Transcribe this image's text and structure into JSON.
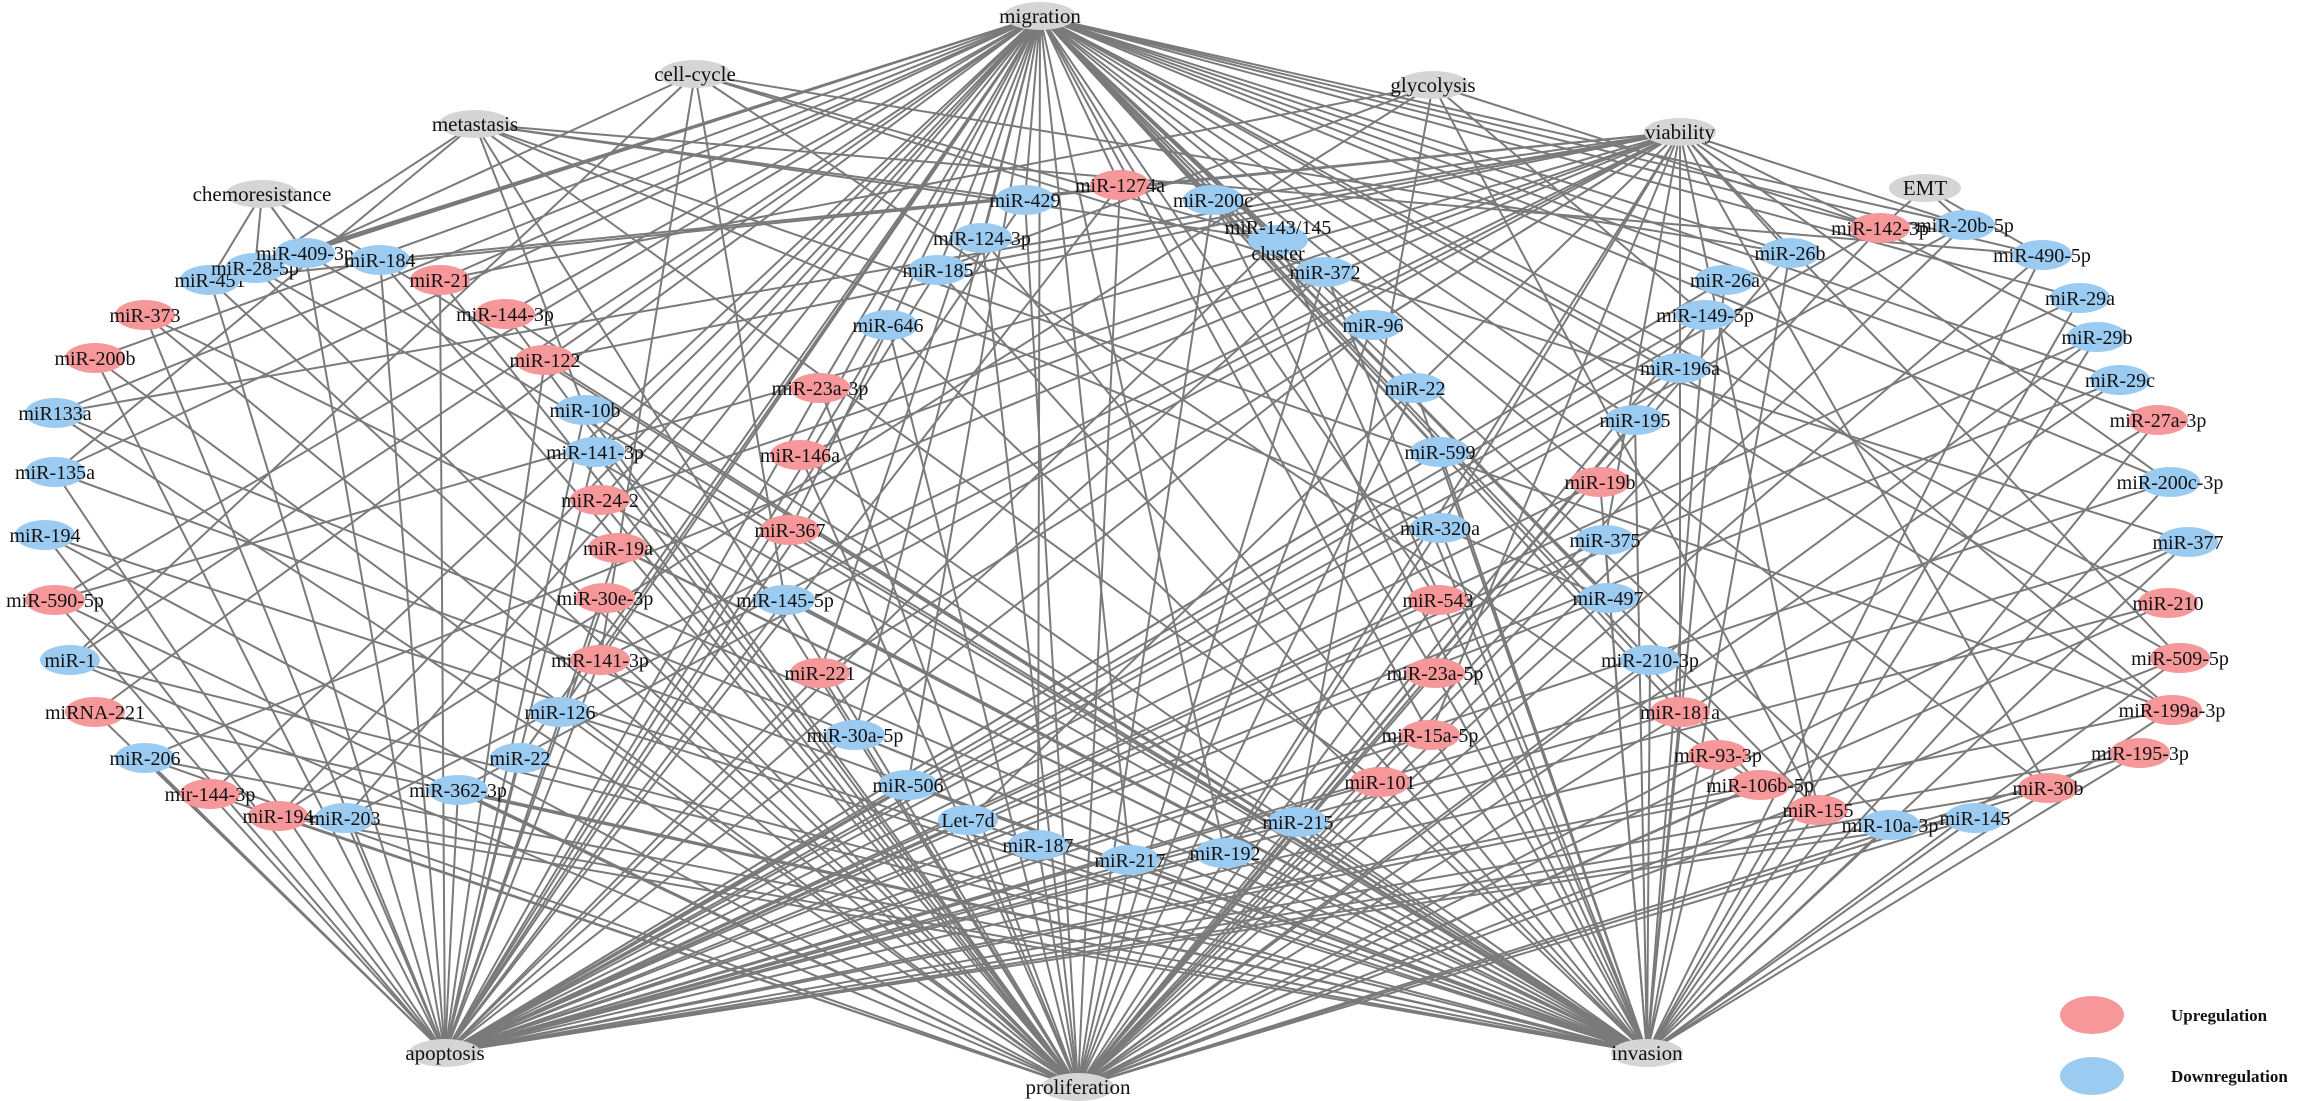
{
  "colors": {
    "up": "#f6979a",
    "down": "#9ccbf2",
    "hub": "#d5d5d5",
    "edge": "#7a7a7a"
  },
  "legend": {
    "up_label": "Upregulation",
    "down_label": "Downregulation"
  },
  "hubs": [
    {
      "id": "migration",
      "label": "migration"
    },
    {
      "id": "proliferation",
      "label": "proliferation"
    },
    {
      "id": "apoptosis",
      "label": "apoptosis"
    },
    {
      "id": "invasion",
      "label": "invasion"
    },
    {
      "id": "viability",
      "label": "viability"
    },
    {
      "id": "metastasis",
      "label": "metastasis"
    },
    {
      "id": "cellcycle",
      "label": "cell-cycle"
    },
    {
      "id": "glycolysis",
      "label": "glycolysis"
    },
    {
      "id": "chemoresistance",
      "label": "chemoresistance"
    },
    {
      "id": "emt",
      "label": "EMT"
    }
  ],
  "nodes": [
    {
      "label": "miR-451",
      "reg": "down"
    },
    {
      "label": "miR-28-5p",
      "reg": "down"
    },
    {
      "label": "miR-409-3p",
      "reg": "down"
    },
    {
      "label": "miR-184",
      "reg": "down"
    },
    {
      "label": "miR-21",
      "reg": "up"
    },
    {
      "label": "miR-144-3p",
      "reg": "up"
    },
    {
      "label": "miR-122",
      "reg": "up"
    },
    {
      "label": "miR-373",
      "reg": "up"
    },
    {
      "label": "miR-200b",
      "reg": "up"
    },
    {
      "label": "miR133a",
      "reg": "down"
    },
    {
      "label": "miR-135a",
      "reg": "down"
    },
    {
      "label": "miR-194",
      "reg": "down"
    },
    {
      "label": "miR-590-5p",
      "reg": "up"
    },
    {
      "label": "miR-1",
      "reg": "down"
    },
    {
      "label": "miRNA-221",
      "reg": "up"
    },
    {
      "label": "miR-206",
      "reg": "down"
    },
    {
      "label": "mir-144-3p",
      "reg": "up"
    },
    {
      "label": "miR-194",
      "reg": "up"
    },
    {
      "label": "miR-203",
      "reg": "down"
    },
    {
      "label": "miR-10b",
      "reg": "down"
    },
    {
      "label": "miR-141-3p",
      "reg": "down"
    },
    {
      "label": "miR-24-2",
      "reg": "up"
    },
    {
      "label": "miR-19a",
      "reg": "up"
    },
    {
      "label": "miR-30e-3p",
      "reg": "up"
    },
    {
      "label": "miR-141-3p",
      "reg": "up"
    },
    {
      "label": "miR-126",
      "reg": "down"
    },
    {
      "label": "miR-22",
      "reg": "down"
    },
    {
      "label": "miR-362-3p",
      "reg": "down"
    },
    {
      "label": "miR-429",
      "reg": "down"
    },
    {
      "label": "miR-124-3p",
      "reg": "down"
    },
    {
      "label": "miR-185",
      "reg": "down"
    },
    {
      "label": "miR-646",
      "reg": "down"
    },
    {
      "label": "miR-23a-3p",
      "reg": "up"
    },
    {
      "label": "miR-146a",
      "reg": "up"
    },
    {
      "label": "miR-367",
      "reg": "up"
    },
    {
      "label": "miR-145-5p",
      "reg": "down"
    },
    {
      "label": "miR-221",
      "reg": "up"
    },
    {
      "label": "miR-30a-5p",
      "reg": "down"
    },
    {
      "label": "miR-506",
      "reg": "down"
    },
    {
      "label": "Let-7d",
      "reg": "down"
    },
    {
      "label": "miR-187",
      "reg": "down"
    },
    {
      "label": "miR-217",
      "reg": "down"
    },
    {
      "label": "miR-192",
      "reg": "down"
    },
    {
      "label": "miR-215",
      "reg": "down"
    },
    {
      "label": "miR-1274a",
      "reg": "up"
    },
    {
      "label": "miR-200c",
      "reg": "down"
    },
    {
      "label": "miR-143/145 cluster",
      "reg": "down"
    },
    {
      "label": "miR-372",
      "reg": "down"
    },
    {
      "label": "miR-96",
      "reg": "down"
    },
    {
      "label": "miR-22",
      "reg": "down"
    },
    {
      "label": "miR-599",
      "reg": "down"
    },
    {
      "label": "miR-320a",
      "reg": "down"
    },
    {
      "label": "miR-543",
      "reg": "up"
    },
    {
      "label": "miR-23a-5p",
      "reg": "up"
    },
    {
      "label": "miR-15a-5p",
      "reg": "up"
    },
    {
      "label": "miR-101",
      "reg": "up"
    },
    {
      "label": "miR-142-3p",
      "reg": "up"
    },
    {
      "label": "miR-26b",
      "reg": "down"
    },
    {
      "label": "miR-26a",
      "reg": "down"
    },
    {
      "label": "miR-149-5p",
      "reg": "down"
    },
    {
      "label": "miR-196a",
      "reg": "down"
    },
    {
      "label": "miR-195",
      "reg": "down"
    },
    {
      "label": "miR-19b",
      "reg": "up"
    },
    {
      "label": "miR-375",
      "reg": "down"
    },
    {
      "label": "miR-497",
      "reg": "down"
    },
    {
      "label": "miR-210-3p",
      "reg": "down"
    },
    {
      "label": "miR-181a",
      "reg": "up"
    },
    {
      "label": "miR-93-3p",
      "reg": "up"
    },
    {
      "label": "miR-106b-5p",
      "reg": "up"
    },
    {
      "label": "miR-155",
      "reg": "up"
    },
    {
      "label": "miR-10a-3p",
      "reg": "down"
    },
    {
      "label": "miR-145",
      "reg": "down"
    },
    {
      "label": "miR-20b-5p",
      "reg": "down"
    },
    {
      "label": "miR-490-5p",
      "reg": "down"
    },
    {
      "label": "miR-29a",
      "reg": "down"
    },
    {
      "label": "miR-29b",
      "reg": "down"
    },
    {
      "label": "miR-29c",
      "reg": "down"
    },
    {
      "label": "miR-27a-3p",
      "reg": "up"
    },
    {
      "label": "miR-200c-3p",
      "reg": "down"
    },
    {
      "label": "miR-377",
      "reg": "down"
    },
    {
      "label": "miR-210",
      "reg": "up"
    },
    {
      "label": "miR-509-5p",
      "reg": "up"
    },
    {
      "label": "miR-199a-3p",
      "reg": "up"
    },
    {
      "label": "miR-195-3p",
      "reg": "up"
    },
    {
      "label": "miR-30b",
      "reg": "up"
    }
  ]
}
